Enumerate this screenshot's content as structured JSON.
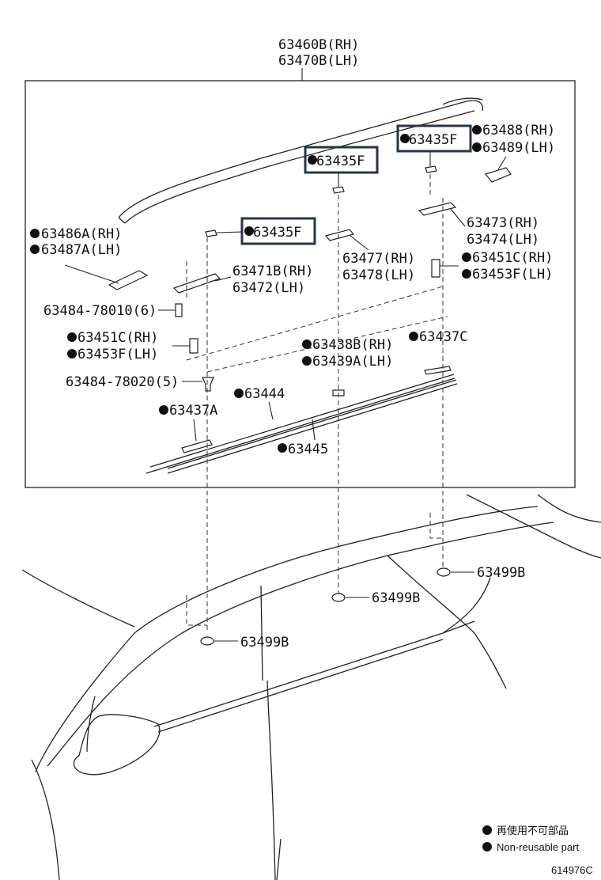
{
  "header": {
    "rh": "63460B(RH)",
    "lh": "63470B(LH)"
  },
  "labels": {
    "p63435F_a": "63435F",
    "p63435F_b": "63435F",
    "p63435F_c": "63435F",
    "p63488": "63488(RH)",
    "p63489": "63489(LH)",
    "p63486A": "63486A(RH)",
    "p63487A": "63487A(LH)",
    "p63473": "63473(RH)",
    "p63474": "63474(LH)",
    "p63477": "63477(RH)",
    "p63478": "63478(LH)",
    "p63451C_r": "63451C(RH)",
    "p63453F_r": "63453F(LH)",
    "p63471B": "63471B(RH)",
    "p63472": "63472(LH)",
    "p63484_78010": "63484-78010(6)",
    "p63451C_l": "63451C(RH)",
    "p63453F_l": "63453F(LH)",
    "p63438B": "63438B(RH)",
    "p63439A": "63439A(LH)",
    "p63437C": "63437C",
    "p63484_78020": "63484-78020(5)",
    "p63444": "63444",
    "p63437A": "63437A",
    "p63445": "63445",
    "p63499B_1": "63499B",
    "p63499B_2": "63499B",
    "p63499B_3": "63499B"
  },
  "legend": {
    "jp": "再使用不可部品",
    "en": "Non-reusable part"
  },
  "diagram_id": "614976C",
  "colors": {
    "highlight_box": "#253746",
    "line": "#222222"
  }
}
